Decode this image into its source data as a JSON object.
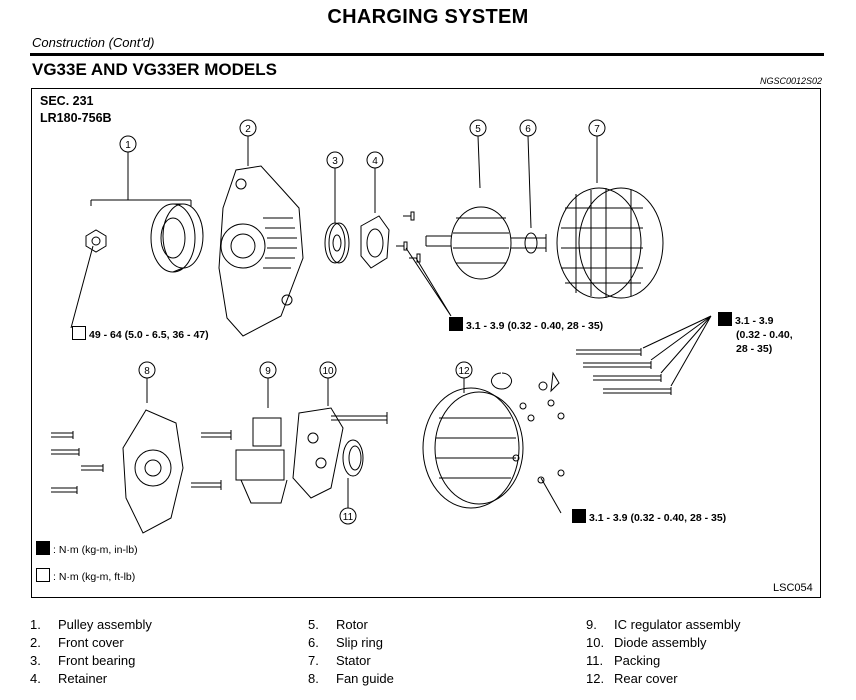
{
  "header": {
    "title": "CHARGING SYSTEM",
    "subtitle": "Construction (Cont'd)",
    "section": "VG33E AND VG33ER MODELS",
    "ref_code": "NGSC0012S02"
  },
  "figure": {
    "sec_line1": "SEC. 231",
    "sec_line2": "LR180-756B",
    "code": "LSC054",
    "callouts": [
      "1",
      "2",
      "3",
      "4",
      "5",
      "6",
      "7",
      "8",
      "9",
      "10",
      "11",
      "12"
    ],
    "torque_1": "49 - 64 (5.0 - 6.5, 36 - 47)",
    "torque_2": "3.1 - 3.9 (0.32 - 0.40, 28 - 35)",
    "torque_3_line1": "3.1 - 3.9",
    "torque_3_line2": "(0.32 - 0.40,",
    "torque_3_line3": "28 - 35)",
    "torque_4": "3.1 - 3.9 (0.32 - 0.40, 28 - 35)",
    "legend_1": ": N·m (kg-m, in-lb)",
    "legend_2": ": N·m (kg-m, ft-lb)"
  },
  "parts": {
    "col1": [
      {
        "num": "1.",
        "name": "Pulley assembly"
      },
      {
        "num": "2.",
        "name": "Front cover"
      },
      {
        "num": "3.",
        "name": "Front bearing"
      },
      {
        "num": "4.",
        "name": "Retainer"
      }
    ],
    "col2": [
      {
        "num": "5.",
        "name": "Rotor"
      },
      {
        "num": "6.",
        "name": "Slip ring"
      },
      {
        "num": "7.",
        "name": "Stator"
      },
      {
        "num": "8.",
        "name": "Fan guide"
      }
    ],
    "col3": [
      {
        "num": "9.",
        "name": "IC regulator assembly"
      },
      {
        "num": "10.",
        "name": "Diode assembly"
      },
      {
        "num": "11.",
        "name": "Packing"
      },
      {
        "num": "12.",
        "name": "Rear cover"
      }
    ]
  }
}
